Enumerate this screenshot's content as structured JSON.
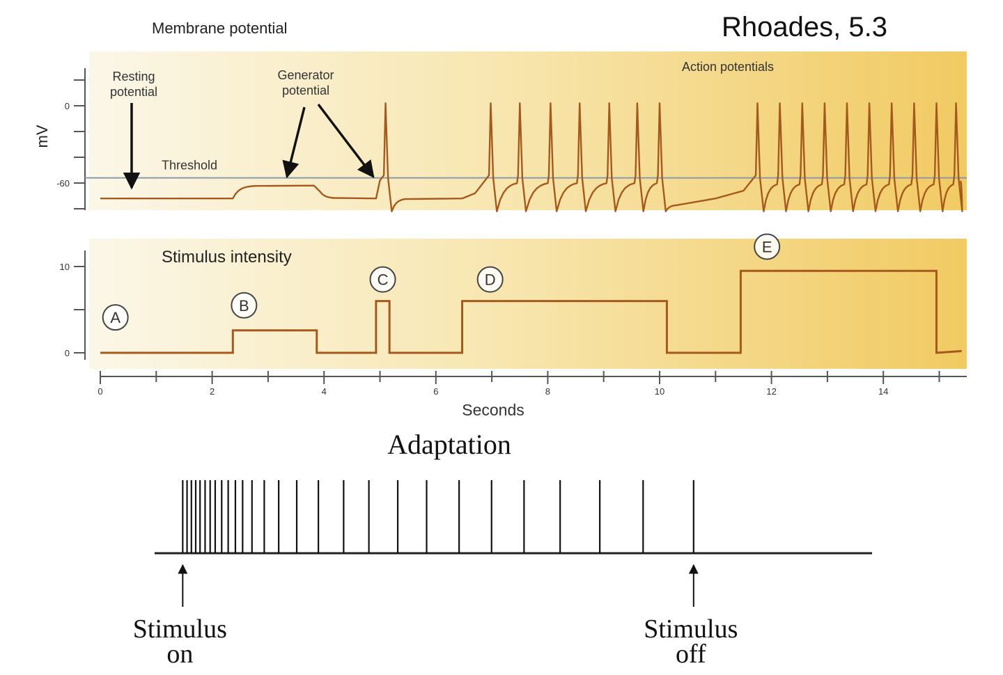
{
  "header": {
    "source": "Rhoades, 5.3"
  },
  "colors": {
    "trace": "#a45a1c",
    "axis": "#555555",
    "band_light": "#fbf7e8",
    "band_mid": "#f8e7b2",
    "band_dark": "#f1ca62",
    "threshold_line": "#8a9aa8",
    "text": "#222222",
    "ink": "#111111"
  },
  "chart_data": [
    {
      "type": "line",
      "id": "membrane",
      "title": "Membrane potential",
      "ylabel": "mV",
      "ylim": [
        -80,
        25
      ],
      "xlim": [
        0,
        15.4
      ],
      "yticks": [
        {
          "value": 0,
          "label": "0"
        },
        {
          "value": -60,
          "label": "-60"
        }
      ],
      "threshold": {
        "value": -56,
        "label": "Threshold"
      },
      "resting_level": -72,
      "generator_level": -62,
      "peak": 2,
      "undershoot": -82,
      "spikes_D": [
        6.98,
        7.5,
        8.05,
        8.57,
        9.1,
        9.6,
        10.0
      ],
      "spikes_E": [
        11.75,
        12.15,
        12.55,
        12.95,
        13.35,
        13.75,
        14.15,
        14.55,
        14.95,
        15.3
      ],
      "annotations": [
        {
          "id": "resting",
          "lines": [
            "Resting",
            "potential"
          ]
        },
        {
          "id": "generator",
          "lines": [
            "Generator",
            "potential"
          ]
        },
        {
          "id": "action",
          "lines": [
            "Action potentials"
          ]
        }
      ]
    },
    {
      "type": "line",
      "id": "stimulus",
      "title": "Stimulus intensity",
      "xlabel": "Seconds",
      "ylim": [
        -1,
        11
      ],
      "xlim": [
        0,
        15.4
      ],
      "yticks": [
        {
          "value": 10,
          "label": "10"
        },
        {
          "value": 0,
          "label": "0"
        }
      ],
      "xticks": [
        {
          "value": 0,
          "label": "0"
        },
        {
          "value": 2,
          "label": "2"
        },
        {
          "value": 4,
          "label": "4"
        },
        {
          "value": 6,
          "label": "6"
        },
        {
          "value": 8,
          "label": "8"
        },
        {
          "value": 10,
          "label": "10"
        },
        {
          "value": 12,
          "label": "12"
        },
        {
          "value": 14,
          "label": "14"
        }
      ],
      "steps": [
        {
          "x": 0,
          "y": 0
        },
        {
          "x": 2.37,
          "y": 2.6
        },
        {
          "x": 3.87,
          "y": 0
        },
        {
          "x": 4.93,
          "y": 6
        },
        {
          "x": 5.17,
          "y": 0
        },
        {
          "x": 6.47,
          "y": 6
        },
        {
          "x": 10.13,
          "y": 0
        },
        {
          "x": 11.45,
          "y": 9.5
        },
        {
          "x": 14.95,
          "y": 0
        }
      ],
      "end_x": 15.4,
      "markers": [
        {
          "label": "A",
          "x": 0.27,
          "y": 4.1
        },
        {
          "label": "B",
          "x": 2.57,
          "y": 5.5
        },
        {
          "label": "C",
          "x": 5.05,
          "y": 8.5
        },
        {
          "label": "D",
          "x": 6.97,
          "y": 8.5
        },
        {
          "label": "E",
          "x": 11.92,
          "y": 12.3
        }
      ]
    },
    {
      "type": "raster",
      "id": "adaptation",
      "title": "Adaptation",
      "xlim": [
        0,
        10
      ],
      "spikes": [
        0.37,
        0.43,
        0.49,
        0.55,
        0.61,
        0.68,
        0.75,
        0.82,
        0.91,
        1.0,
        1.1,
        1.2,
        1.33,
        1.5,
        1.7,
        1.95,
        2.25,
        2.6,
        2.95,
        3.35,
        3.75,
        4.2,
        4.65,
        5.1,
        5.6,
        6.15,
        6.75,
        7.45
      ],
      "annotations": [
        {
          "id": "on",
          "x": 0.37,
          "lines": [
            "Stimulus",
            "on"
          ]
        },
        {
          "id": "off",
          "x": 7.45,
          "lines": [
            "Stimulus",
            "off"
          ]
        }
      ]
    }
  ]
}
